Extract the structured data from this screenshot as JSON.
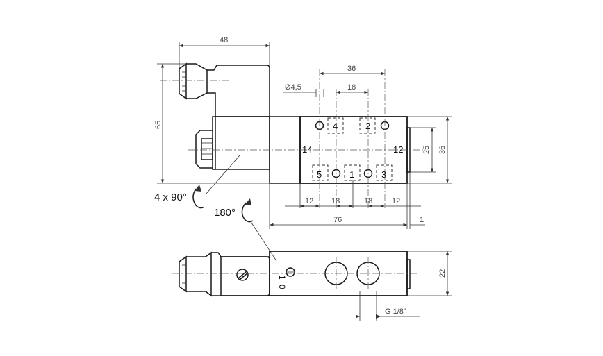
{
  "dimensions": {
    "coil_width": "48",
    "coil_height": "65",
    "port_spacing_36": "36",
    "hole_diameter": "Ø4,5",
    "port_spacing_18": "18",
    "side_25": "25",
    "side_36": "36",
    "bottom_12_left": "12",
    "bottom_18_a": "18",
    "bottom_18_b": "18",
    "bottom_12_right": "12",
    "body_length": "76",
    "offset_1": "1",
    "height_22": "22",
    "thread": "G 1/8\""
  },
  "ports": {
    "p4": "4",
    "p2": "2",
    "p5": "5",
    "p1": "1",
    "p3": "3",
    "p14": "14",
    "p12": "12"
  },
  "rotation_labels": {
    "coil_rotation": "4 x 90°",
    "connector_rotation": "180°"
  },
  "switch_labels": {
    "one": "1",
    "zero": "0"
  }
}
